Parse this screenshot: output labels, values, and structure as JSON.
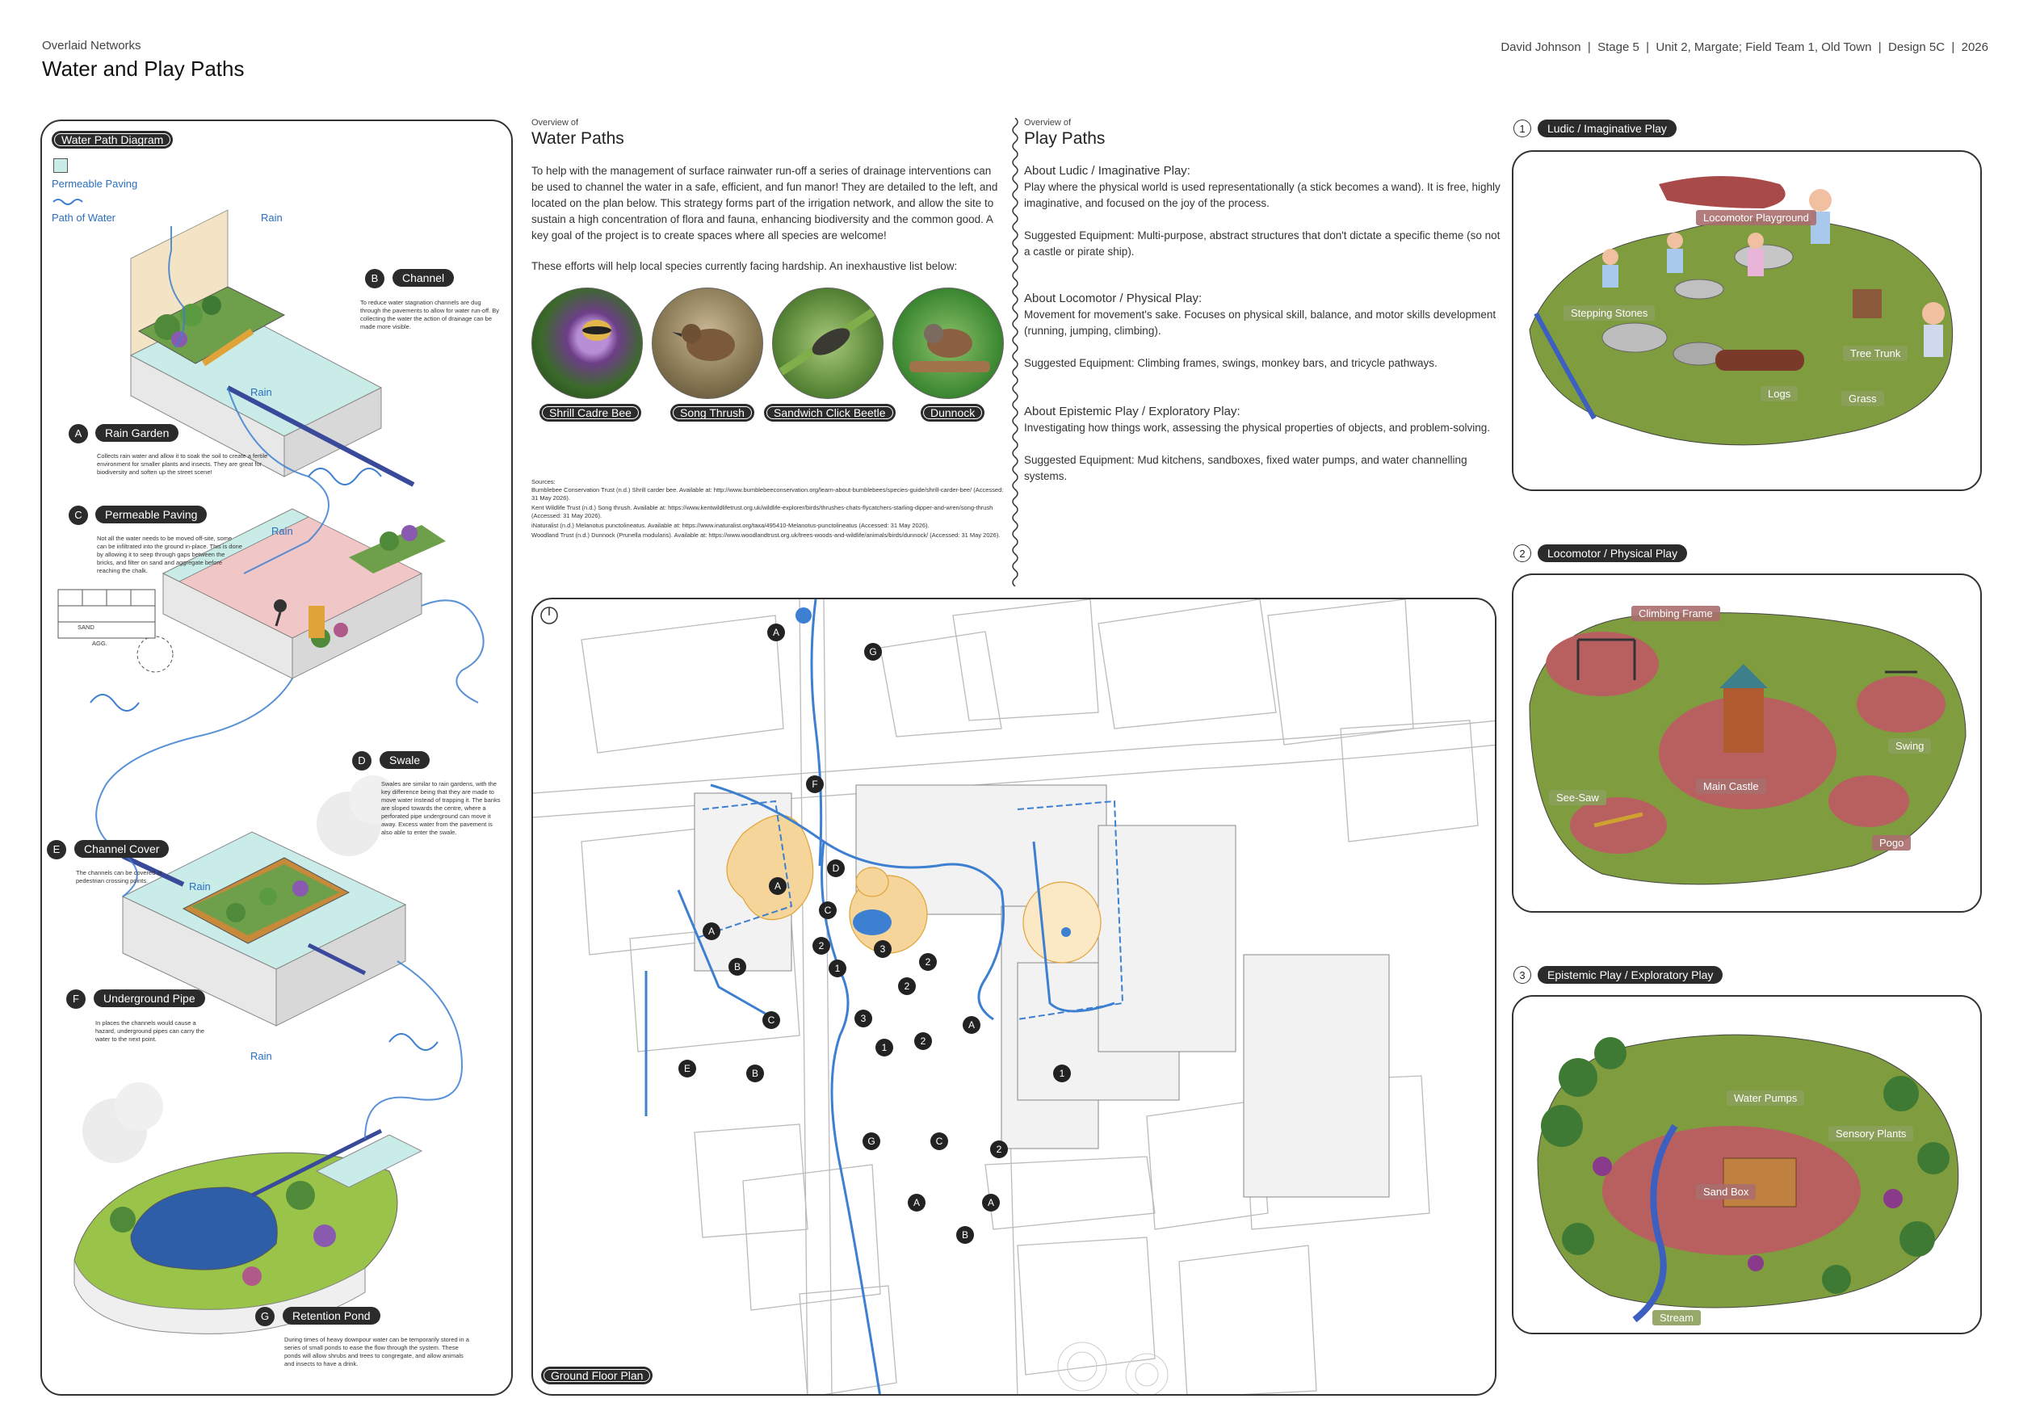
{
  "header": {
    "subtitle": "Overlaid Networks",
    "title": "Water and Play Paths",
    "meta": "David Johnson  |  Stage 5  |  Unit 2, Margate; Field Team 1, Old Town  |  Design 5C  |  2026"
  },
  "water_diagram": {
    "tag": "Water Path Diagram",
    "legend_paving": "Permeable Paving",
    "legend_water": "Path of Water",
    "rain": "Rain",
    "sand": "SAND",
    "agg": "AGG.",
    "items": [
      {
        "letter": "A",
        "title": "Rain Garden",
        "text": "Collects rain water and allow it to soak the soil to create a fertile environment for smaller plants and insects. They are great for biodiversity and soften up the street scene!"
      },
      {
        "letter": "B",
        "title": "Channel",
        "text": "To reduce water stagnation channels are dug through the pavements to allow for water run-off. By collecting the water the action of drainage can be made more visible."
      },
      {
        "letter": "C",
        "title": "Permeable Paving",
        "text": "Not all the water needs to be moved off-site, some can be infiltrated into the ground in-place. This is done by allowing it to seep through gaps between the bricks, and filter on sand and aggregate before reaching the chalk."
      },
      {
        "letter": "D",
        "title": "Swale",
        "text": "Swales are similar to rain gardens, with the key difference being that they are made to move water instead of trapping it. The banks are sloped towards the centre, where a perforated pipe underground can move it away. Excess water from the pavement is also able to enter the swale."
      },
      {
        "letter": "E",
        "title": "Channel Cover",
        "text": "The channels can be covered at pedestrian crossing points."
      },
      {
        "letter": "F",
        "title": "Underground Pipe",
        "text": "In places the channels would cause a hazard, underground pipes can carry the water to the next point."
      },
      {
        "letter": "G",
        "title": "Retention Pond",
        "text": "During times of heavy downpour water can be temporarily stored in a series of small ponds to ease the flow through the system. These ponds will allow shrubs and trees to congregate, and allow animals and insects to have a drink."
      }
    ]
  },
  "water_paths": {
    "kicker": "Overview of",
    "title": "Water Paths",
    "p1": "To help with the management of surface rainwater run-off a series of drainage interventions can be used to channel the water in a safe, efficient, and fun manor! They are detailed to the left, and located on the plan below. This strategy forms part of the irrigation network, and allow the site to sustain a high concentration of flora and fauna, enhancing biodiversity and the common good. A key goal of the project is to create spaces where all species are welcome!",
    "p2": "These efforts will help local species currently facing hardship. An inexhaustive list below:",
    "species": [
      "Shrill Cadre Bee",
      "Song Thrush",
      "Sandwich Click Beetle",
      "Dunnock"
    ],
    "sources_title": "Sources:",
    "sources": [
      "Bumblebee Conservation Trust (n.d.) Shrill carder bee. Available at: http://www.bumblebeeconservation.org/learn-about-bumblebees/species-guide/shrill-carder-bee/ (Accessed: 31 May 2026).",
      "Kent Wildlife Trust (n.d.) Song thrush. Available at: https://www.kentwildlifetrust.org.uk/wildlife-explorer/birds/thrushes-chats-flycatchers-starling-dipper-and-wren/song-thrush (Accessed: 31 May 2026).",
      "iNaturalist (n.d.) Melanotus punctolineatus. Available at: https://www.inaturalist.org/taxa/495410-Melanotus-punctolineatus (Accessed: 31 May 2026).",
      "Woodland Trust (n.d.) Dunnock (Prunella modularis). Available at: https://www.woodlandtrust.org.uk/trees-woods-and-wildlife/animals/birds/dunnock/ (Accessed: 31 May 2026)."
    ]
  },
  "play_paths": {
    "kicker": "Overview of",
    "title": "Play Paths",
    "ludic_head": "About Ludic / Imaginative Play:",
    "ludic_text": "Play where the physical world is used representationally (a stick becomes a wand). It is free, highly imaginative, and focused on the joy of the process.",
    "ludic_equip": "Suggested Equipment: Multi-purpose, abstract structures that don't dictate a specific theme (so not a castle or pirate ship).",
    "loco_head": "About Locomotor / Physical Play:",
    "loco_text": "Movement for movement's sake. Focuses on physical skill, balance, and motor skills development (running, jumping, climbing).",
    "loco_equip": "Suggested Equipment: Climbing frames, swings, monkey bars, and tricycle pathways.",
    "epi_head": "About Epistemic Play / Exploratory Play:",
    "epi_text": "Investigating how things work, assessing the physical properties of objects, and problem-solving.",
    "epi_equip": "Suggested Equipment: Mud kitchens, sandboxes, fixed water pumps, and water channelling systems."
  },
  "plan": {
    "tag": "Ground Floor Plan"
  },
  "play_panels": [
    {
      "num": "1",
      "title": "Ludic / Imaginative Play",
      "labels": [
        "Locomotor Playground",
        "Stepping Stones",
        "Tree Trunk",
        "Logs",
        "Grass"
      ]
    },
    {
      "num": "2",
      "title": "Locomotor / Physical Play",
      "labels": [
        "Climbing Frame",
        "Swing",
        "Main Castle",
        "See-Saw",
        "Pogo"
      ]
    },
    {
      "num": "3",
      "title": "Epistemic Play / Exploratory Play",
      "labels": [
        "Water Pumps",
        "Sensory Plants",
        "Sand Box",
        "Stream"
      ]
    }
  ],
  "colors": {
    "water": "#3d7fd0",
    "channel": "#9fd8d6",
    "grass": "#8ca848",
    "play_red": "#b86060",
    "accent_dark": "#2b2b2b"
  }
}
